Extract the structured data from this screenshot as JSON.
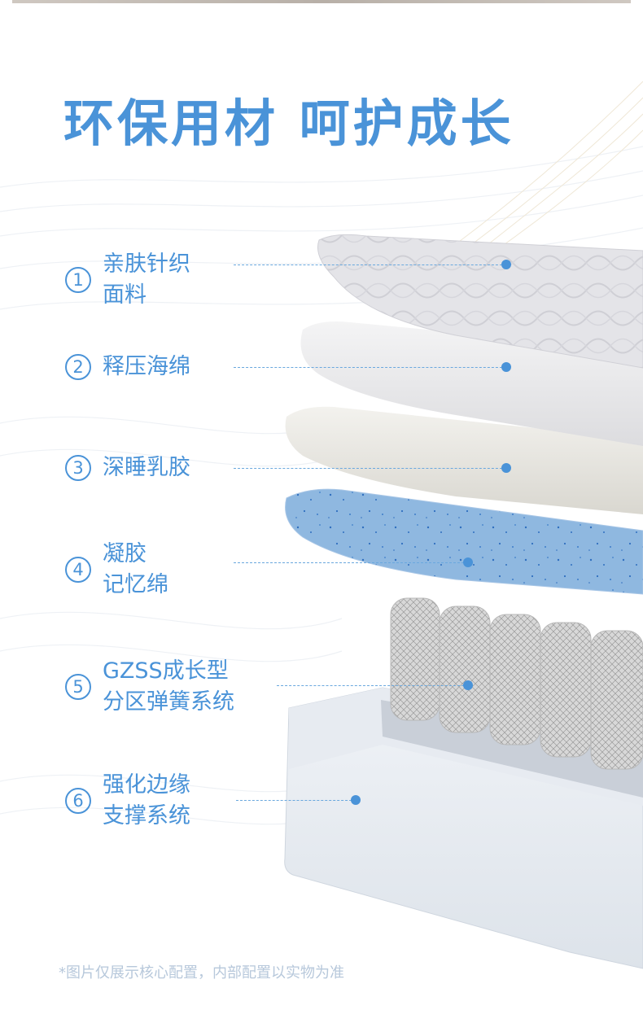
{
  "title": "环保用材 呵护成长",
  "features": [
    {
      "number": "1",
      "lines": [
        "亲肤针织",
        "面料"
      ]
    },
    {
      "number": "2",
      "lines": [
        "释压海绵"
      ]
    },
    {
      "number": "3",
      "lines": [
        "深睡乳胶"
      ]
    },
    {
      "number": "4",
      "lines": [
        "凝胶",
        "记忆绵"
      ]
    },
    {
      "number": "5",
      "lines": [
        "GZSS成长型",
        "分区弹簧系统"
      ]
    },
    {
      "number": "6",
      "lines": [
        "强化边缘",
        "支撑系统"
      ]
    }
  ],
  "disclaimer": "*图片仅展示核心配置，内部配置以实物为准",
  "colors": {
    "accent": "#4a93d8",
    "knit_layer": "#e6e6e9",
    "foam_layer": "#eeeeef",
    "latex_layer": "#ecebe6",
    "gel_layer": "#8fb8e0",
    "edge_support": "#e3e8ef"
  }
}
